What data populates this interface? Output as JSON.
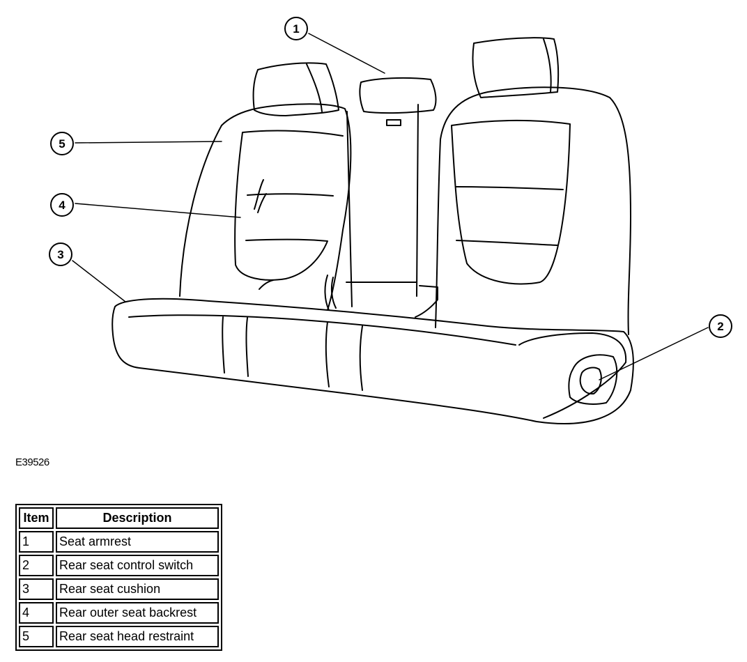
{
  "figure": {
    "code": "E39526",
    "callouts": [
      {
        "number": "1",
        "target": "Seat armrest"
      },
      {
        "number": "2",
        "target": "Rear seat control switch"
      },
      {
        "number": "3",
        "target": "Rear seat cushion"
      },
      {
        "number": "4",
        "target": "Rear outer seat backrest"
      },
      {
        "number": "5",
        "target": "Rear seat head restraint"
      }
    ]
  },
  "legend": {
    "headers": {
      "item": "Item",
      "description": "Description"
    },
    "rows": [
      {
        "item": "1",
        "description": "Seat armrest"
      },
      {
        "item": "2",
        "description": "Rear seat control switch"
      },
      {
        "item": "3",
        "description": "Rear seat cushion"
      },
      {
        "item": "4",
        "description": "Rear outer seat backrest"
      },
      {
        "item": "5",
        "description": "Rear seat head restraint"
      }
    ]
  }
}
